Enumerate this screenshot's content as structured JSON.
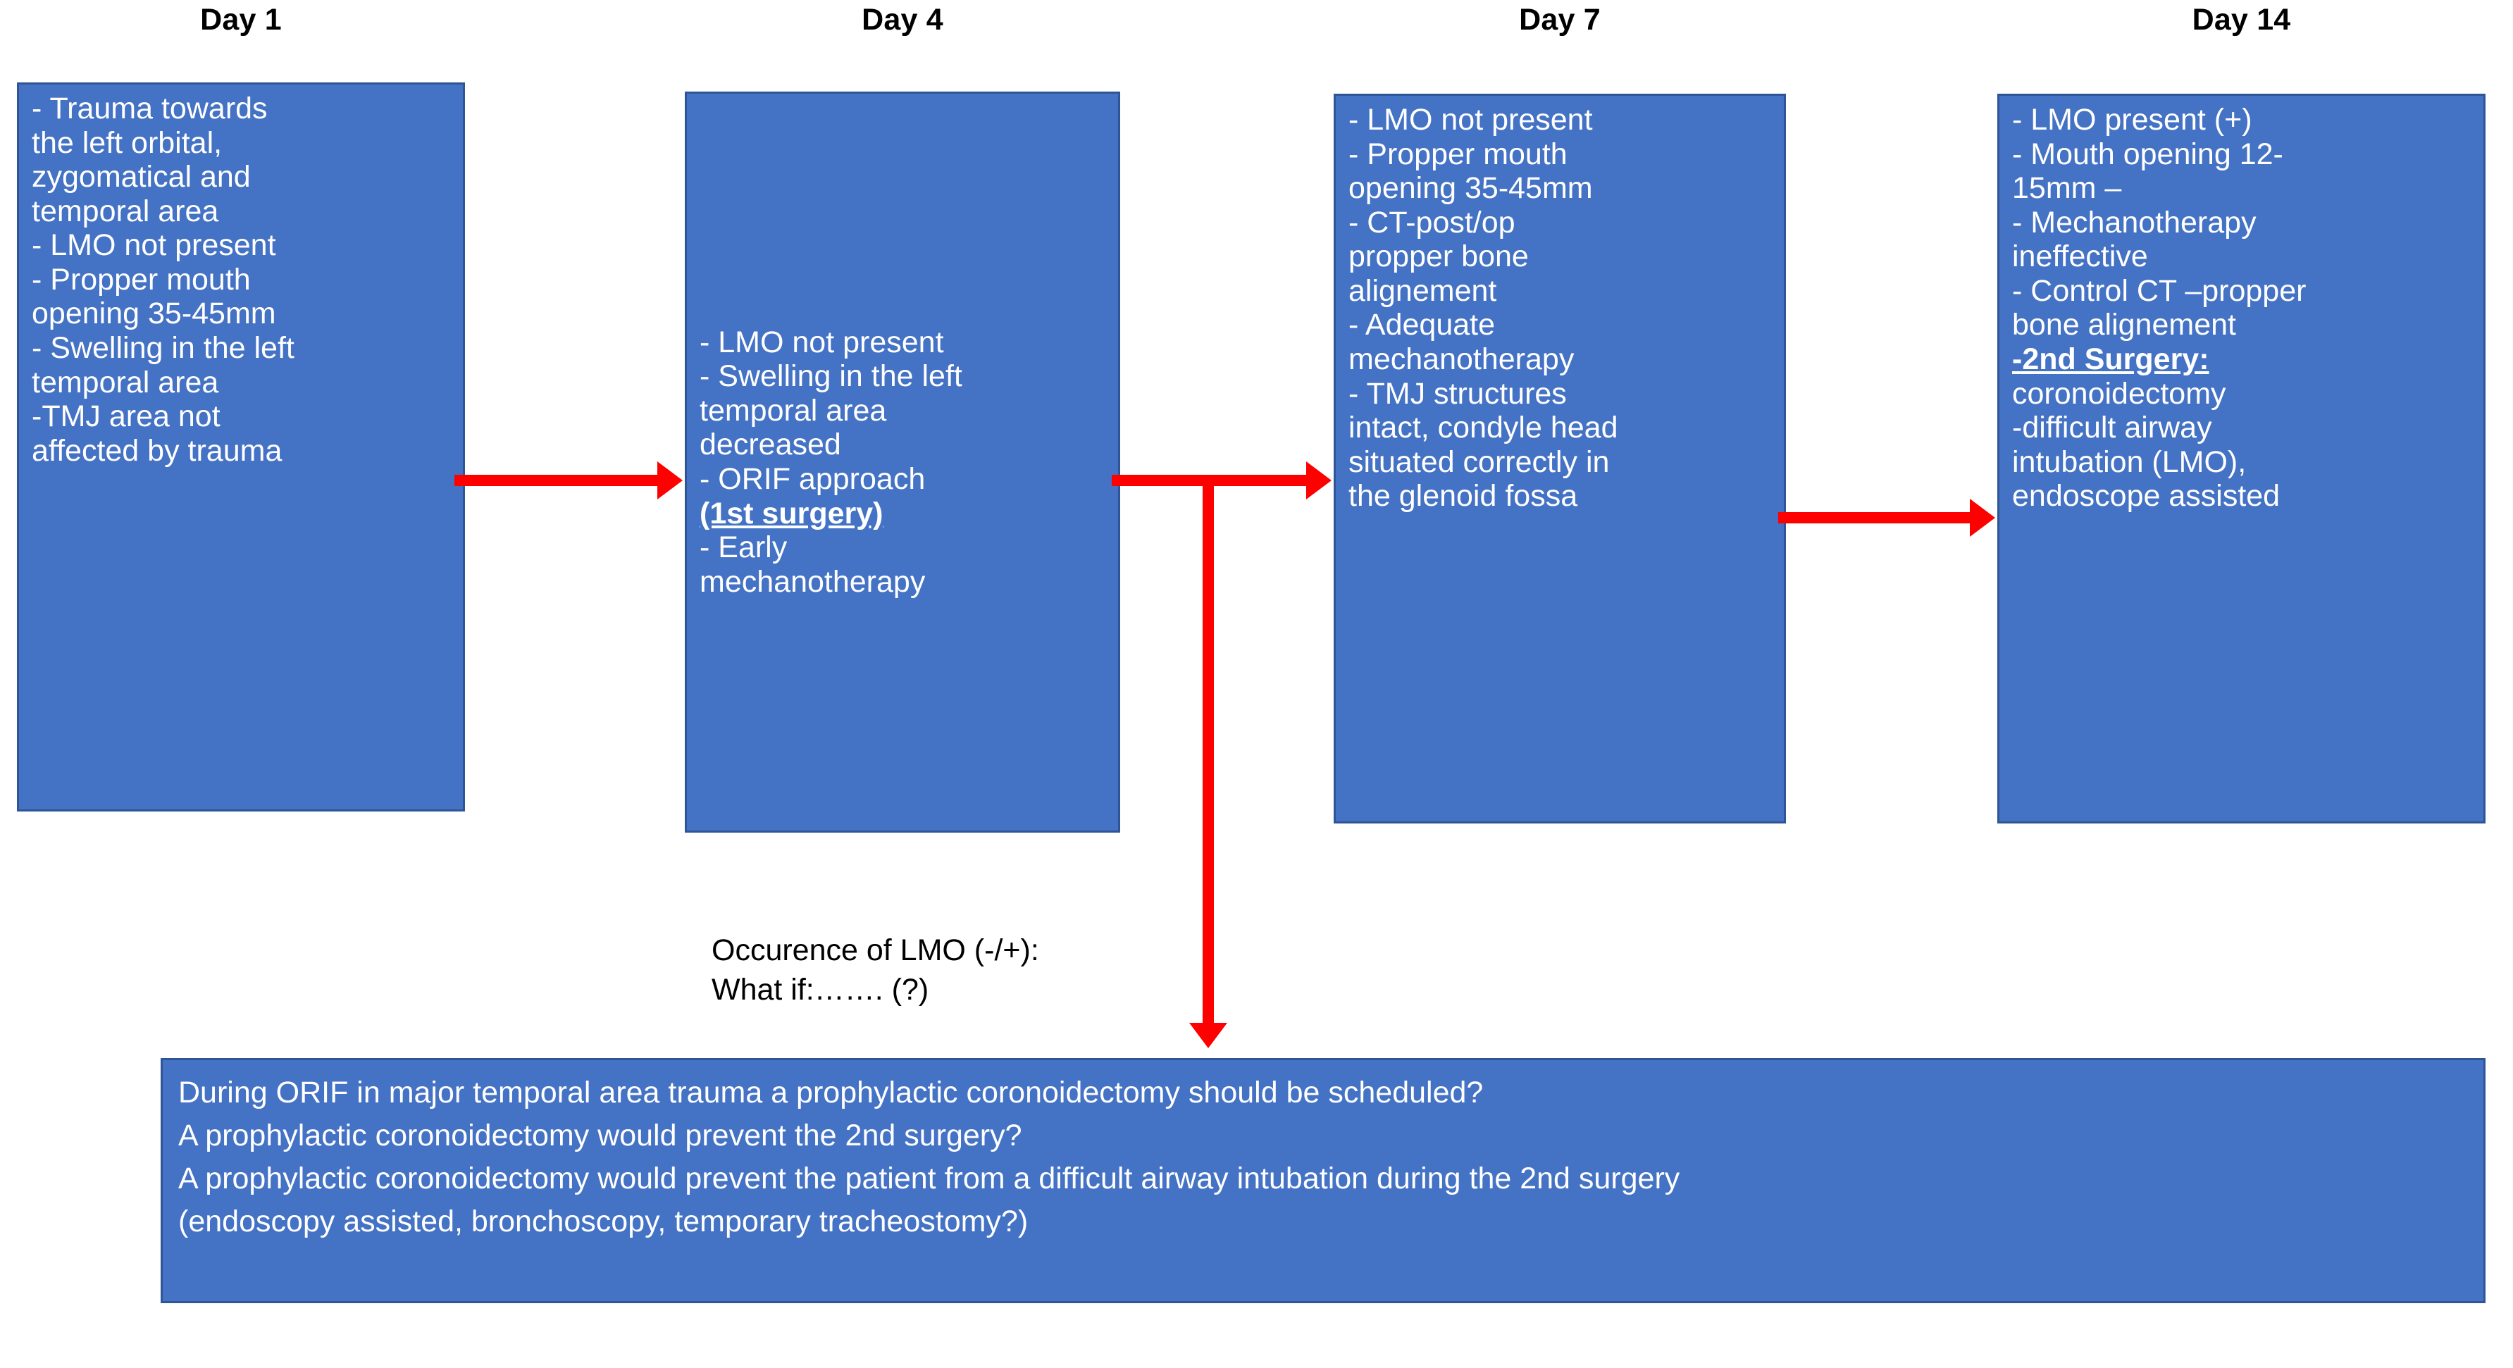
{
  "diagram": {
    "title_colors": {
      "box_fill": "#4472C4",
      "box_border": "#2F5597",
      "arrow": "#FF0000",
      "box_text": "#FFFFFF",
      "label_text": "#000000"
    },
    "stages": [
      {
        "day_label": "Day 1",
        "lines": [
          "- Trauma towards",
          "the left orbital,",
          "zygomatical and",
          "temporal area",
          "- LMO not present",
          "- Propper mouth",
          "opening 35-45mm",
          "- Swelling in the left",
          "temporal area",
          "-TMJ area not",
          "affected by trauma"
        ]
      },
      {
        "day_label": "Day 4",
        "lines": [
          "- LMO not present",
          "- Swelling in the left",
          "temporal area",
          "decreased",
          "- ORIF approach",
          "(1st surgery)",
          "- Early",
          "mechanotherapy"
        ],
        "underlined_line_index": 5
      },
      {
        "day_label": "Day 7",
        "lines": [
          "- LMO not present",
          "- Propper mouth",
          "opening 35-45mm",
          "- CT-post/op",
          "propper bone",
          "alignement",
          "- Adequate",
          "mechanotherapy",
          "- TMJ structures",
          "intact, condyle head",
          "situated correctly in",
          "the glenoid fossa"
        ]
      },
      {
        "day_label": "Day 14",
        "lines": [
          "- LMO present (+)",
          "- Mouth opening 12-",
          "15mm –",
          "- Mechanotherapy",
          "ineffective",
          "- Control CT –propper",
          "bone alignement",
          "-2nd Surgery:",
          "coronoidectomy",
          "-difficult airway",
          "intubation (LMO),",
          "endoscope assisted"
        ],
        "underlined_line_index": 7
      }
    ],
    "branch_annotation": {
      "lines": [
        "Occurence of LMO (-/+):",
        "What if:……. (?)"
      ]
    },
    "question_box": {
      "lines": [
        "During ORIF in major temporal area trauma a prophylactic coronoidectomy should be scheduled?",
        "A prophylactic coronoidectomy would prevent the 2nd surgery?",
        "A prophylactic coronoidectomy would prevent the patient from a difficult airway intubation during the 2nd surgery",
        "(endoscopy assisted, bronchoscopy, temporary tracheostomy?)"
      ]
    },
    "connectors": [
      {
        "name": "arrow-day1-to-day4",
        "type": "horizontal"
      },
      {
        "name": "arrow-day4-to-day7",
        "type": "horizontal"
      },
      {
        "name": "arrow-day7-to-day14",
        "type": "horizontal"
      },
      {
        "name": "arrow-branch-down-to-questions",
        "type": "vertical"
      }
    ]
  }
}
